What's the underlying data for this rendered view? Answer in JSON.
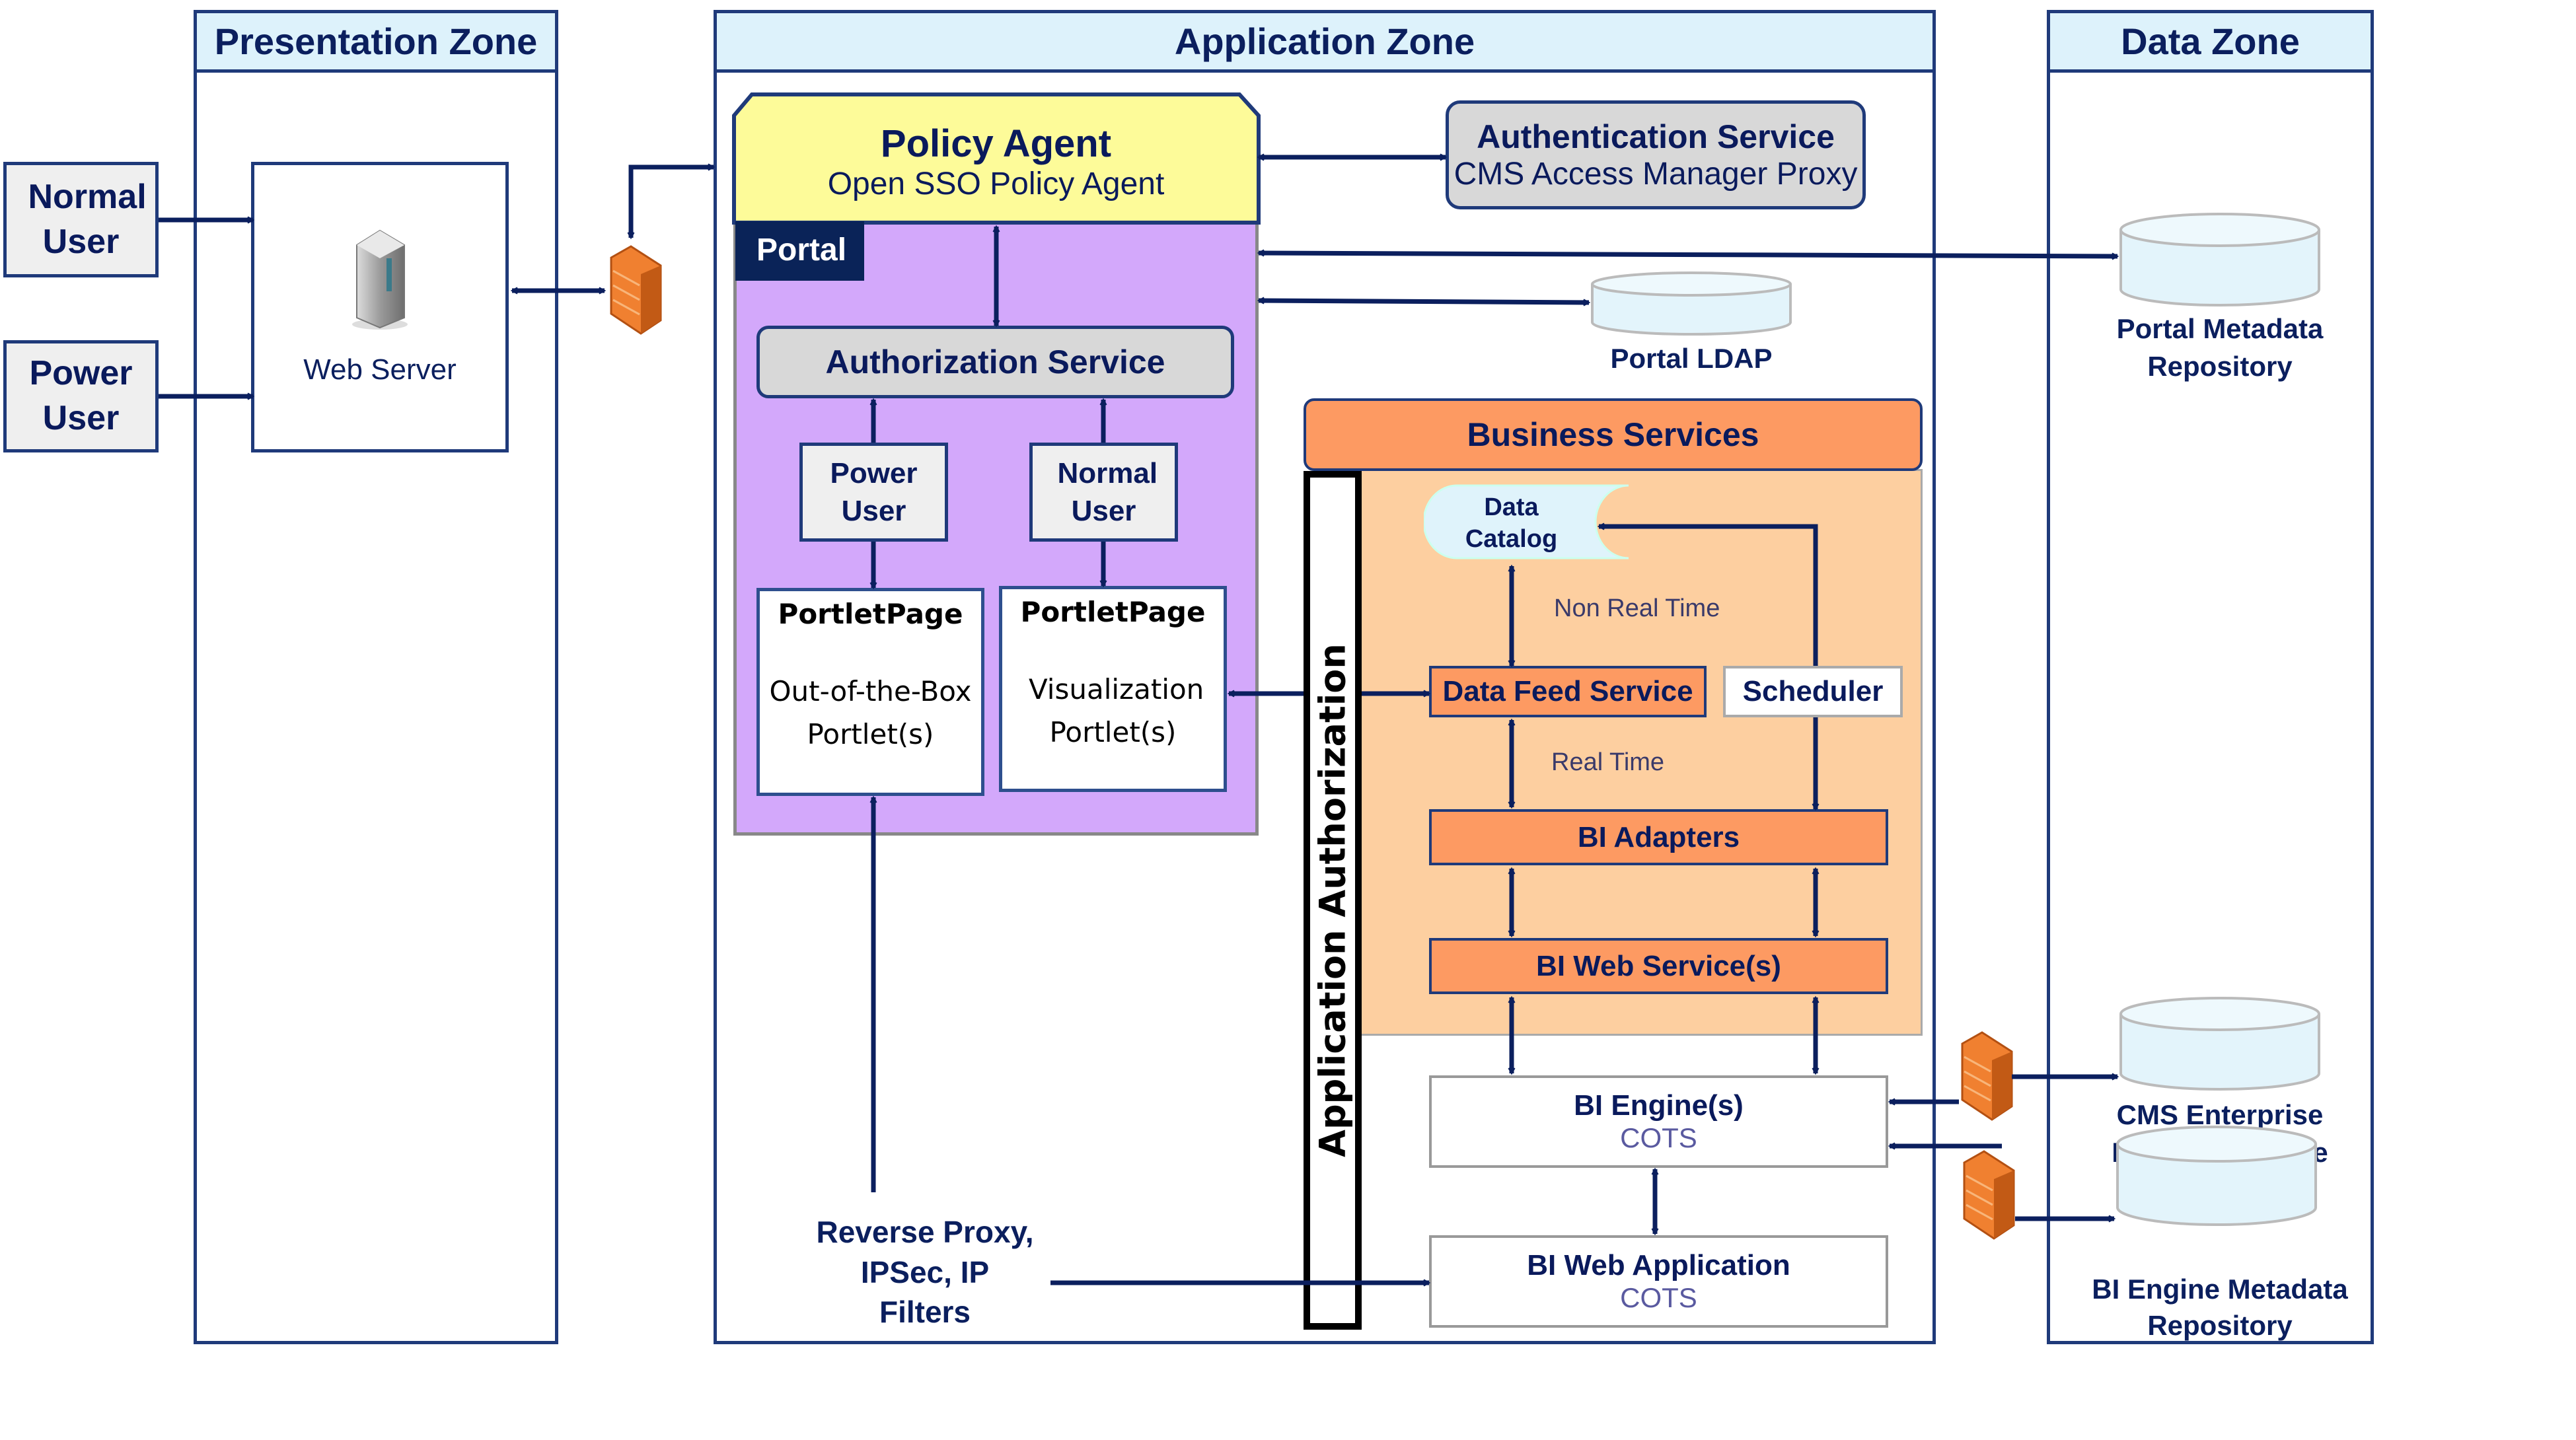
{
  "zones": {
    "presentation": "Presentation Zone",
    "application": "Application Zone",
    "data": "Data Zone"
  },
  "actors": {
    "normal_user": "Normal User",
    "power_user": "Power User"
  },
  "web_server": {
    "label": "Web Server",
    "icon": "server-icon"
  },
  "policy_agent": {
    "title": "Policy Agent",
    "subtitle": "Open SSO Policy Agent"
  },
  "authentication_service": {
    "title": "Authentication Service",
    "subtitle": "CMS Access Manager Proxy"
  },
  "portal": {
    "label": "Portal",
    "authorization_service": "Authorization Service",
    "roles": [
      "Power User",
      "Normal User"
    ],
    "portlet_pages": [
      {
        "title": "PortletPage",
        "body": "Out-of-the-Box Portlet(s)"
      },
      {
        "title": "PortletPage",
        "body": "Visualization Portlet(s)"
      }
    ]
  },
  "portal_ldap": "Portal LDAP",
  "portal_metadata_repository": "Portal Metadata Repository",
  "application_authorization": "Application Authorization",
  "business_services": {
    "title": "Business Services",
    "data_catalog": "Data Catalog",
    "non_real_time": "Non Real Time",
    "data_feed_service": "Data Feed Service",
    "scheduler": "Scheduler",
    "real_time": "Real Time",
    "bi_adapters": "BI Adapters",
    "bi_web_services": "BI Web Service(s)"
  },
  "bi_engine": {
    "title": "BI Engine(s)",
    "subtitle": "COTS"
  },
  "bi_web_application": {
    "title": "BI Web Application",
    "subtitle": "COTS"
  },
  "reverse_proxy": "Reverse Proxy, IPSec, IP Filters",
  "data_stores": {
    "cms_edw": "CMS Enterprise Data Warehouse",
    "bi_engine_metadata": "BI Engine Metadata Repository"
  },
  "colors": {
    "line": "#0b1f5e",
    "zone_header": "#ddf2fb",
    "policy_agent": "#fdfb99",
    "portal": "#d3a8fb",
    "business_header": "#fd9a62",
    "business_body": "#fdcfa0",
    "db_fill": "#e3f4fb",
    "firewall": "#f08030"
  }
}
